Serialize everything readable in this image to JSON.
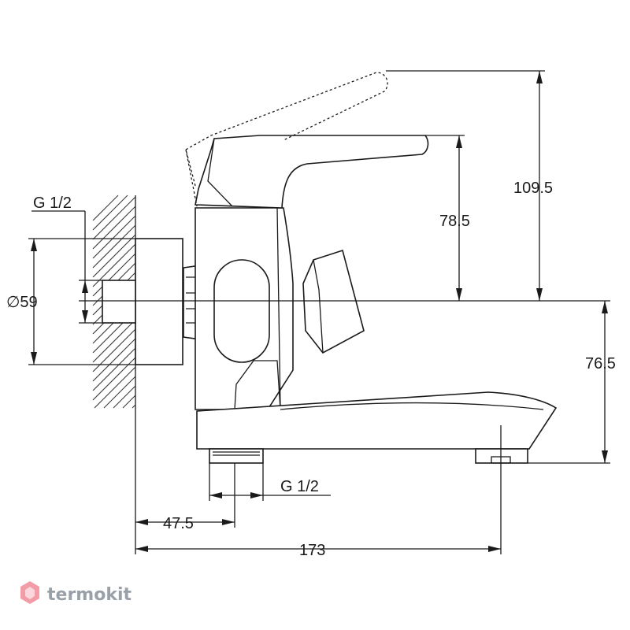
{
  "dimensions": {
    "height_lever": "109.5",
    "height_body": "78.5",
    "height_spout": "76.5",
    "diameter": "∅59",
    "thread_top": "G 1/2",
    "thread_bottom": "G 1/2",
    "offset": "47.5",
    "projection": "173"
  },
  "watermark": {
    "text": "termokit"
  },
  "colors": {
    "line": "#1a1a1a",
    "watermark": "#9aa0a8",
    "watermark_mark": "#e84a5f"
  }
}
